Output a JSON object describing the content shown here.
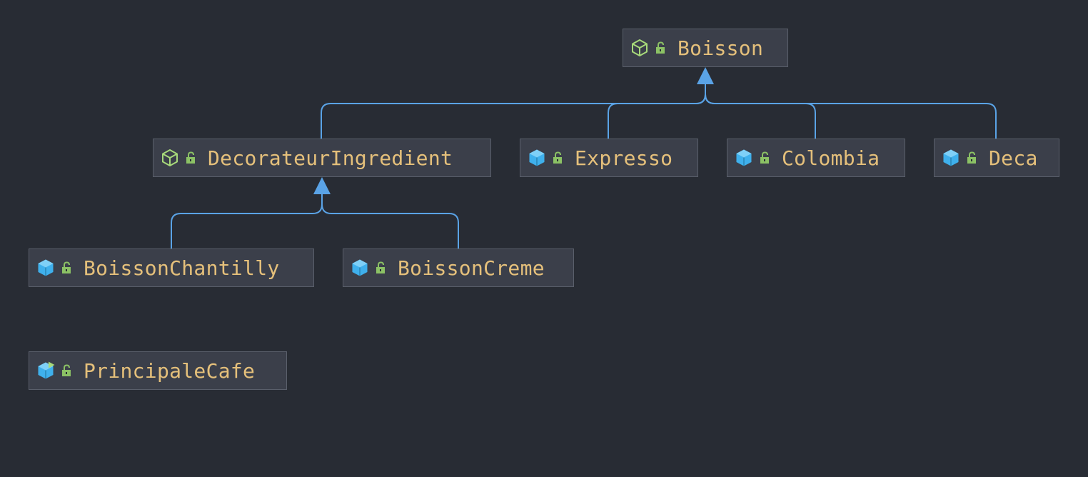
{
  "diagram": {
    "colors": {
      "background": "#282c34",
      "node_fill": "#3b3f4a",
      "node_border": "#5a5f6b",
      "label": "#e5c07b",
      "edge": "#5aa3e6",
      "abstract_icon": "#a7d97a",
      "class_icon": "#3fb0ec",
      "lock_icon": "#8cc265"
    },
    "nodes": [
      {
        "id": "boisson",
        "label": "Boisson",
        "icon": "abstract-class-icon"
      },
      {
        "id": "decorateur",
        "label": "DecorateurIngredient",
        "icon": "abstract-class-icon"
      },
      {
        "id": "expresso",
        "label": "Expresso",
        "icon": "class-icon"
      },
      {
        "id": "colombia",
        "label": "Colombia",
        "icon": "class-icon"
      },
      {
        "id": "deca",
        "label": "Deca",
        "icon": "class-icon"
      },
      {
        "id": "chantilly",
        "label": "BoissonChantilly",
        "icon": "class-icon"
      },
      {
        "id": "creme",
        "label": "BoissonCreme",
        "icon": "class-icon"
      },
      {
        "id": "principale",
        "label": "PrincipaleCafe",
        "icon": "runnable-class-icon"
      }
    ],
    "edges": [
      {
        "from": "decorateur",
        "to": "boisson",
        "type": "inheritance"
      },
      {
        "from": "expresso",
        "to": "boisson",
        "type": "inheritance"
      },
      {
        "from": "colombia",
        "to": "boisson",
        "type": "inheritance"
      },
      {
        "from": "deca",
        "to": "boisson",
        "type": "inheritance"
      },
      {
        "from": "chantilly",
        "to": "decorateur",
        "type": "inheritance"
      },
      {
        "from": "creme",
        "to": "decorateur",
        "type": "inheritance"
      }
    ]
  }
}
